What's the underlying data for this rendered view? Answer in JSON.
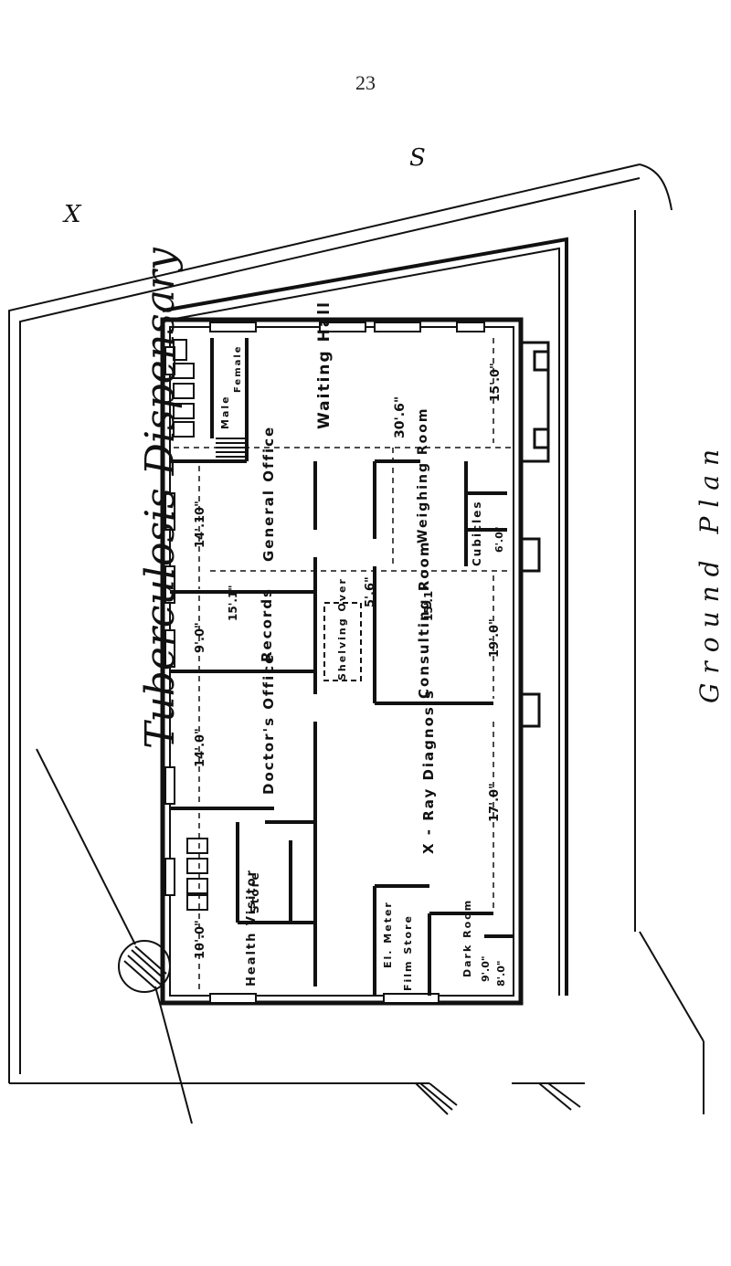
{
  "page_number": "23",
  "title": "Tuberculosis Dispensary",
  "subtitle": "Ground Plan",
  "street_labels": {
    "left": "X",
    "right": "S"
  },
  "rooms": {
    "male_wc": "Male",
    "female_wc": "Female",
    "waiting_hall": "Waiting Hall",
    "general_office": "General Office",
    "records": "Records",
    "shelving_over": "Shelving Over",
    "doctors_office": "Doctor's Office",
    "store_small": "Store",
    "health_visitor": "Health Visitor",
    "weighing_room": "Weighing Room",
    "cubicles": "Cubicles",
    "consulting_room": "Consulting Room",
    "xray_diagnosis": "X - Ray Diagnosis",
    "el_meter": "El. Meter",
    "film_store": "Film Store",
    "dark_room": "Dark Room"
  },
  "dimensions": {
    "general_office_width": "14'.10\"",
    "general_office_depth": "15'.1\"",
    "records_width": "9'.0\"",
    "doctors_office_width": "14'.0\"",
    "health_visitor_width": "10'.0\"",
    "waiting_depth": "30'.6\"",
    "waiting_right": "15'.0\"",
    "weighing_depth": "5'.6\"",
    "cubicles_depth": "15'.1\"",
    "consulting_width": "19'.0\"",
    "xray_width": "17'.0\"",
    "dark_room_width": "8'.0\"",
    "dark_room_depth": "9'.0\"",
    "cubicles_small": "6'.0\""
  }
}
